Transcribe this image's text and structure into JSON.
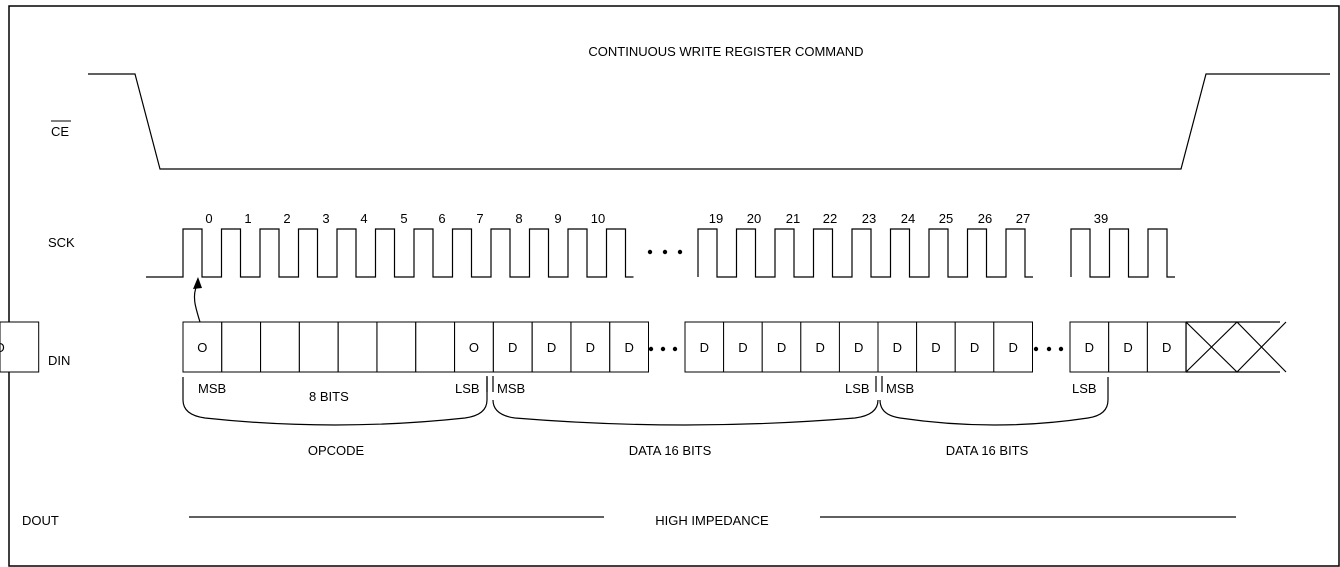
{
  "title": "CONTINUOUS WRITE REGISTER COMMAND",
  "signals": {
    "ce": "CE",
    "sck": "SCK",
    "din": "DIN",
    "dout": "DOUT"
  },
  "clock_numbers": [
    "0",
    "1",
    "2",
    "3",
    "4",
    "5",
    "6",
    "7",
    "8",
    "9",
    "10",
    "19",
    "20",
    "21",
    "22",
    "23",
    "24",
    "25",
    "26",
    "27",
    "39"
  ],
  "din_cells": [
    "O",
    "",
    "",
    "",
    "",
    "",
    "",
    "O",
    "D",
    "D",
    "D",
    "D",
    "D",
    "D",
    "D",
    "D",
    "D",
    "D",
    "D",
    "D",
    "D",
    "D",
    "D",
    "D",
    "D"
  ],
  "bit_labels": {
    "msb": "MSB",
    "lsb": "LSB",
    "eight_bits": "8 BITS"
  },
  "groups": {
    "opcode": "OPCODE",
    "data1": "DATA 16 BITS",
    "data2": "DATA 16 BITS"
  },
  "dout_state": "HIGH IMPEDANCE"
}
